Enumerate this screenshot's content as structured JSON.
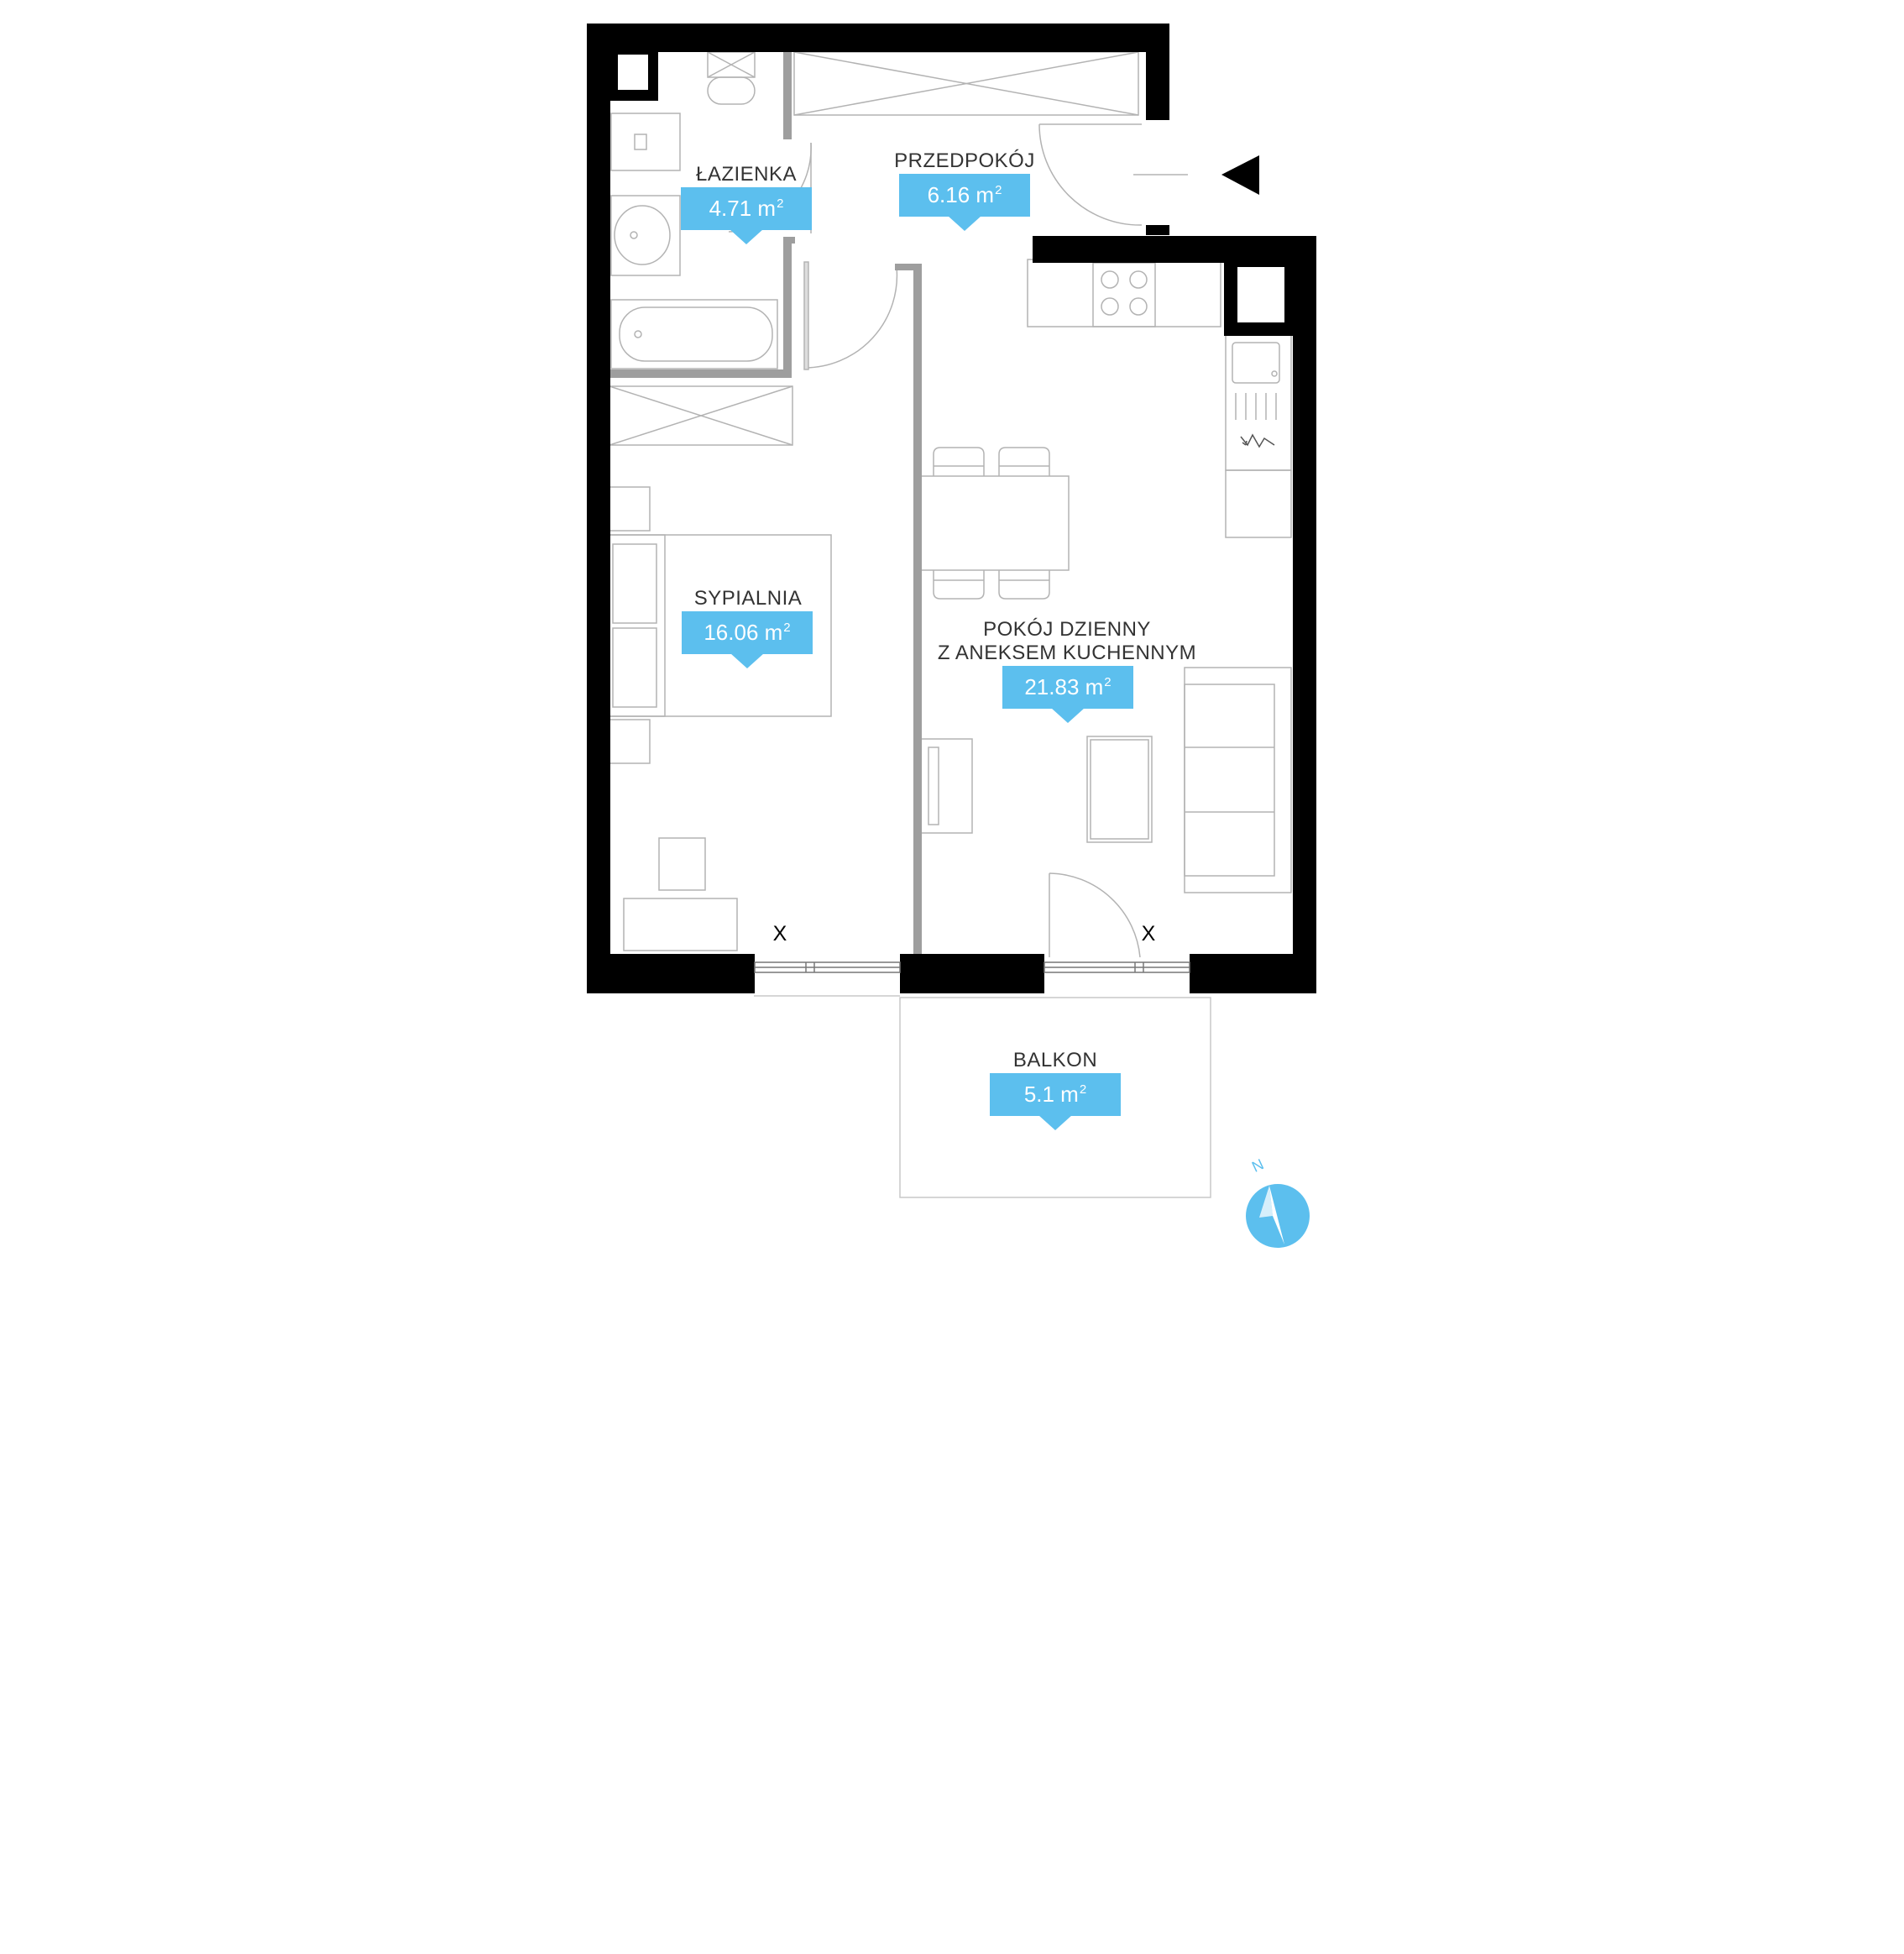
{
  "rooms": [
    {
      "id": "lazienka",
      "name": "ŁAZIENKA",
      "area": "4.71 m",
      "unit_sup": "2"
    },
    {
      "id": "przedpokoj",
      "name": "PRZEDPOKÓJ",
      "area": "6.16 m",
      "unit_sup": "2"
    },
    {
      "id": "sypialnia",
      "name": "SYPIALNIA",
      "area": "16.06 m",
      "unit_sup": "2"
    },
    {
      "id": "pokoj",
      "name_line1": "POKÓJ DZIENNY",
      "name_line2": "Z ANEKSEM KUCHENNYM",
      "area": "21.83 m",
      "unit_sup": "2"
    },
    {
      "id": "balkon",
      "name": "BALKON",
      "area": "5.1 m",
      "unit_sup": "2"
    }
  ],
  "window_marks": [
    "X",
    "X"
  ],
  "compass": {
    "label": "N"
  },
  "colors": {
    "wall": "#000000",
    "accent": "#5cbfee",
    "partition": "#9e9e9e",
    "furniture": "#b3b3b3"
  }
}
